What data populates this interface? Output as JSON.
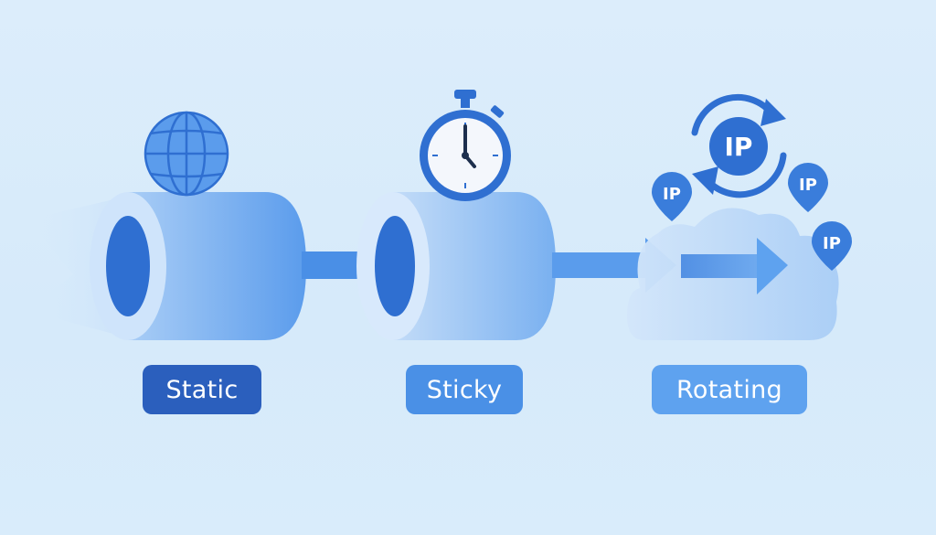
{
  "labels": {
    "static": "Static",
    "sticky": "Sticky",
    "rotating": "Rotating"
  },
  "ip_badges": {
    "center": "IP",
    "left": "IP",
    "right_top": "IP",
    "right_bottom": "IP"
  },
  "icons": {
    "static": "globe-icon",
    "sticky": "stopwatch-icon",
    "rotating": "rotate-ip-icon"
  },
  "colors": {
    "background": "#d9ecfb",
    "dark_blue": "#2b5fbd",
    "mid_blue": "#4a90e6",
    "light_blue": "#5ea2ef"
  }
}
